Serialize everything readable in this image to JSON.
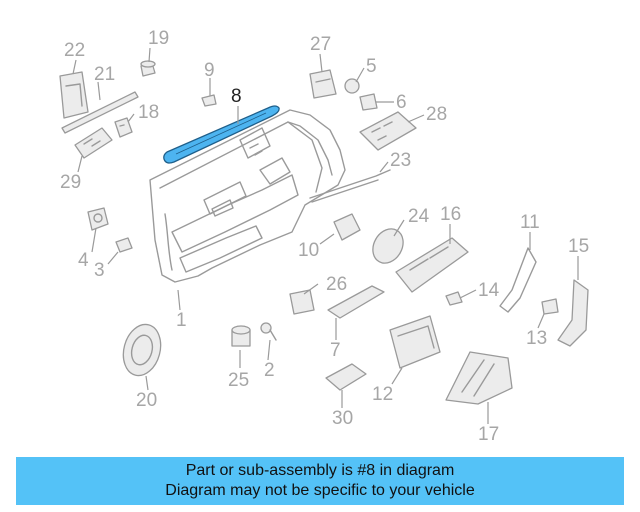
{
  "colors": {
    "highlight": "#4db4f0",
    "part_stroke": "#9a9a9a",
    "label": "#a6a6a6",
    "banner_bg": "#54c2f7"
  },
  "callouts": [
    "22",
    "19",
    "21",
    "9",
    "8",
    "27",
    "5",
    "6",
    "18",
    "28",
    "29",
    "23",
    "24",
    "16",
    "11",
    "10",
    "15",
    "4",
    "3",
    "26",
    "14",
    "1",
    "13",
    "7",
    "25",
    "2",
    "20",
    "12",
    "30",
    "17"
  ],
  "highlighted_callout": "8",
  "banner": {
    "line1": "Part or sub-assembly is #8 in diagram",
    "line2": "Diagram may not be specific to your vehicle"
  }
}
